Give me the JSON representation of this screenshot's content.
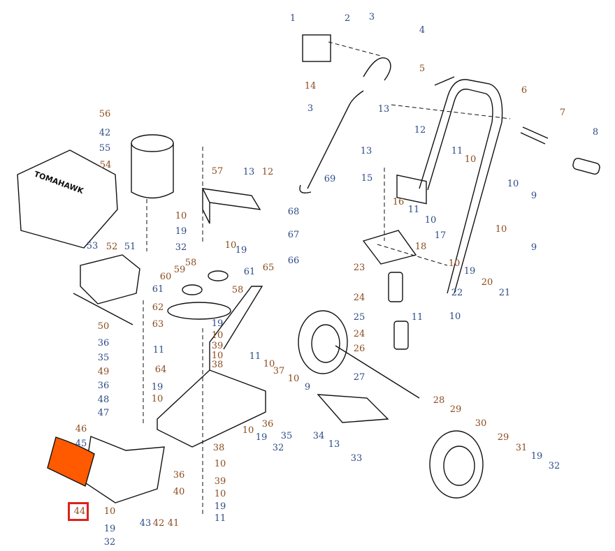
{
  "diagram": {
    "colors": {
      "highlight": "#e02020",
      "part_highlight": "#ff5a00",
      "label_blue": "#2c4a86",
      "label_brown": "#8a4a1c"
    },
    "highlighted_part": "44",
    "brand_on_guard": "TOMAHAWK",
    "labels": [
      {
        "text": "1",
        "tone": "blue"
      },
      {
        "text": "2",
        "tone": "blue"
      },
      {
        "text": "3",
        "tone": "blue"
      },
      {
        "text": "4",
        "tone": "blue"
      },
      {
        "text": "14",
        "tone": "brown"
      },
      {
        "text": "3",
        "tone": "blue"
      },
      {
        "text": "5",
        "tone": "brown"
      },
      {
        "text": "13",
        "tone": "blue"
      },
      {
        "text": "12",
        "tone": "blue"
      },
      {
        "text": "6",
        "tone": "brown"
      },
      {
        "text": "7",
        "tone": "brown"
      },
      {
        "text": "8",
        "tone": "blue"
      },
      {
        "text": "56",
        "tone": "brown"
      },
      {
        "text": "42",
        "tone": "blue"
      },
      {
        "text": "55",
        "tone": "blue"
      },
      {
        "text": "54",
        "tone": "brown"
      },
      {
        "text": "57",
        "tone": "brown"
      },
      {
        "text": "13",
        "tone": "blue"
      },
      {
        "text": "12",
        "tone": "brown"
      },
      {
        "text": "13",
        "tone": "blue"
      },
      {
        "text": "11",
        "tone": "blue"
      },
      {
        "text": "10",
        "tone": "brown"
      },
      {
        "text": "69",
        "tone": "blue"
      },
      {
        "text": "15",
        "tone": "blue"
      },
      {
        "text": "16",
        "tone": "brown"
      },
      {
        "text": "10",
        "tone": "blue"
      },
      {
        "text": "9",
        "tone": "blue"
      },
      {
        "text": "11",
        "tone": "blue"
      },
      {
        "text": "10",
        "tone": "blue"
      },
      {
        "text": "17",
        "tone": "blue"
      },
      {
        "text": "10",
        "tone": "brown"
      },
      {
        "text": "9",
        "tone": "blue"
      },
      {
        "text": "18",
        "tone": "brown"
      },
      {
        "text": "10",
        "tone": "brown"
      },
      {
        "text": "19",
        "tone": "blue"
      },
      {
        "text": "20",
        "tone": "brown"
      },
      {
        "text": "21",
        "tone": "blue"
      },
      {
        "text": "22",
        "tone": "blue"
      },
      {
        "text": "68",
        "tone": "blue"
      },
      {
        "text": "67",
        "tone": "blue"
      },
      {
        "text": "66",
        "tone": "blue"
      },
      {
        "text": "53",
        "tone": "blue"
      },
      {
        "text": "52",
        "tone": "brown"
      },
      {
        "text": "51",
        "tone": "blue"
      },
      {
        "text": "10",
        "tone": "brown"
      },
      {
        "text": "19",
        "tone": "blue"
      },
      {
        "text": "32",
        "tone": "blue"
      },
      {
        "text": "10",
        "tone": "brown"
      },
      {
        "text": "19",
        "tone": "blue"
      },
      {
        "text": "65",
        "tone": "brown"
      },
      {
        "text": "58",
        "tone": "brown"
      },
      {
        "text": "59",
        "tone": "brown"
      },
      {
        "text": "61",
        "tone": "blue"
      },
      {
        "text": "60",
        "tone": "brown"
      },
      {
        "text": "61",
        "tone": "blue"
      },
      {
        "text": "58",
        "tone": "brown"
      },
      {
        "text": "62",
        "tone": "brown"
      },
      {
        "text": "63",
        "tone": "brown"
      },
      {
        "text": "19",
        "tone": "blue"
      },
      {
        "text": "10",
        "tone": "brown"
      },
      {
        "text": "39",
        "tone": "brown"
      },
      {
        "text": "10",
        "tone": "brown"
      },
      {
        "text": "38",
        "tone": "brown"
      },
      {
        "text": "23",
        "tone": "brown"
      },
      {
        "text": "24",
        "tone": "brown"
      },
      {
        "text": "25",
        "tone": "blue"
      },
      {
        "text": "24",
        "tone": "brown"
      },
      {
        "text": "26",
        "tone": "brown"
      },
      {
        "text": "27",
        "tone": "blue"
      },
      {
        "text": "11",
        "tone": "blue"
      },
      {
        "text": "10",
        "tone": "blue"
      },
      {
        "text": "50",
        "tone": "brown"
      },
      {
        "text": "36",
        "tone": "blue"
      },
      {
        "text": "35",
        "tone": "blue"
      },
      {
        "text": "49",
        "tone": "brown"
      },
      {
        "text": "36",
        "tone": "blue"
      },
      {
        "text": "48",
        "tone": "blue"
      },
      {
        "text": "47",
        "tone": "blue"
      },
      {
        "text": "11",
        "tone": "blue"
      },
      {
        "text": "64",
        "tone": "brown"
      },
      {
        "text": "19",
        "tone": "blue"
      },
      {
        "text": "10",
        "tone": "brown"
      },
      {
        "text": "11",
        "tone": "blue"
      },
      {
        "text": "10",
        "tone": "brown"
      },
      {
        "text": "37",
        "tone": "brown"
      },
      {
        "text": "10",
        "tone": "brown"
      },
      {
        "text": "9",
        "tone": "blue"
      },
      {
        "text": "36",
        "tone": "brown"
      },
      {
        "text": "35",
        "tone": "blue"
      },
      {
        "text": "10",
        "tone": "brown"
      },
      {
        "text": "19",
        "tone": "blue"
      },
      {
        "text": "32",
        "tone": "blue"
      },
      {
        "text": "46",
        "tone": "brown"
      },
      {
        "text": "45",
        "tone": "blue"
      },
      {
        "text": "38",
        "tone": "brown"
      },
      {
        "text": "10",
        "tone": "brown"
      },
      {
        "text": "36",
        "tone": "brown"
      },
      {
        "text": "39",
        "tone": "brown"
      },
      {
        "text": "40",
        "tone": "brown"
      },
      {
        "text": "10",
        "tone": "brown"
      },
      {
        "text": "19",
        "tone": "blue"
      },
      {
        "text": "11",
        "tone": "blue"
      },
      {
        "text": "44",
        "tone": "brown"
      },
      {
        "text": "10",
        "tone": "brown"
      },
      {
        "text": "19",
        "tone": "blue"
      },
      {
        "text": "32",
        "tone": "blue"
      },
      {
        "text": "43",
        "tone": "blue"
      },
      {
        "text": "42",
        "tone": "brown"
      },
      {
        "text": "41",
        "tone": "brown"
      },
      {
        "text": "28",
        "tone": "brown"
      },
      {
        "text": "29",
        "tone": "brown"
      },
      {
        "text": "30",
        "tone": "brown"
      },
      {
        "text": "34",
        "tone": "blue"
      },
      {
        "text": "13",
        "tone": "blue"
      },
      {
        "text": "33",
        "tone": "blue"
      },
      {
        "text": "29",
        "tone": "brown"
      },
      {
        "text": "31",
        "tone": "brown"
      },
      {
        "text": "19",
        "tone": "blue"
      },
      {
        "text": "32",
        "tone": "blue"
      }
    ]
  }
}
